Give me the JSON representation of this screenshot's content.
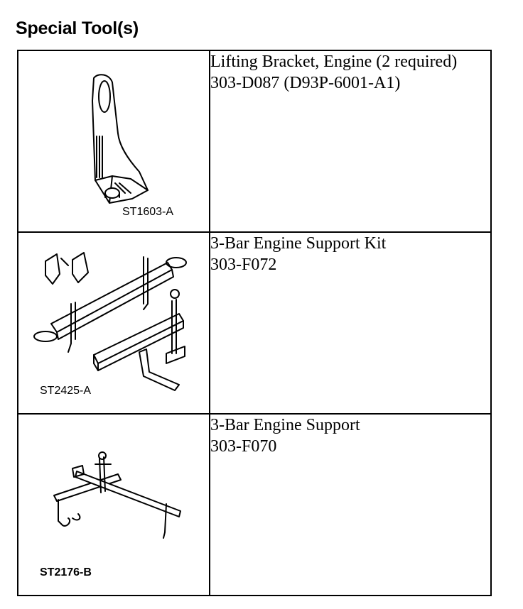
{
  "title": "Special Tool(s)",
  "tools": [
    {
      "code": "ST1603-A",
      "description": "Lifting Bracket, Engine (2 required)",
      "part_number": "303-D087 (D93P-6001-A1)",
      "icon": "lifting-bracket-icon"
    },
    {
      "code": "ST2425-A",
      "description": "3-Bar Engine Support Kit",
      "part_number": "303-F072",
      "icon": "engine-support-kit-icon"
    },
    {
      "code": "ST2176-B",
      "description": "3-Bar Engine Support",
      "part_number": "303-F070",
      "icon": "engine-support-icon"
    }
  ]
}
